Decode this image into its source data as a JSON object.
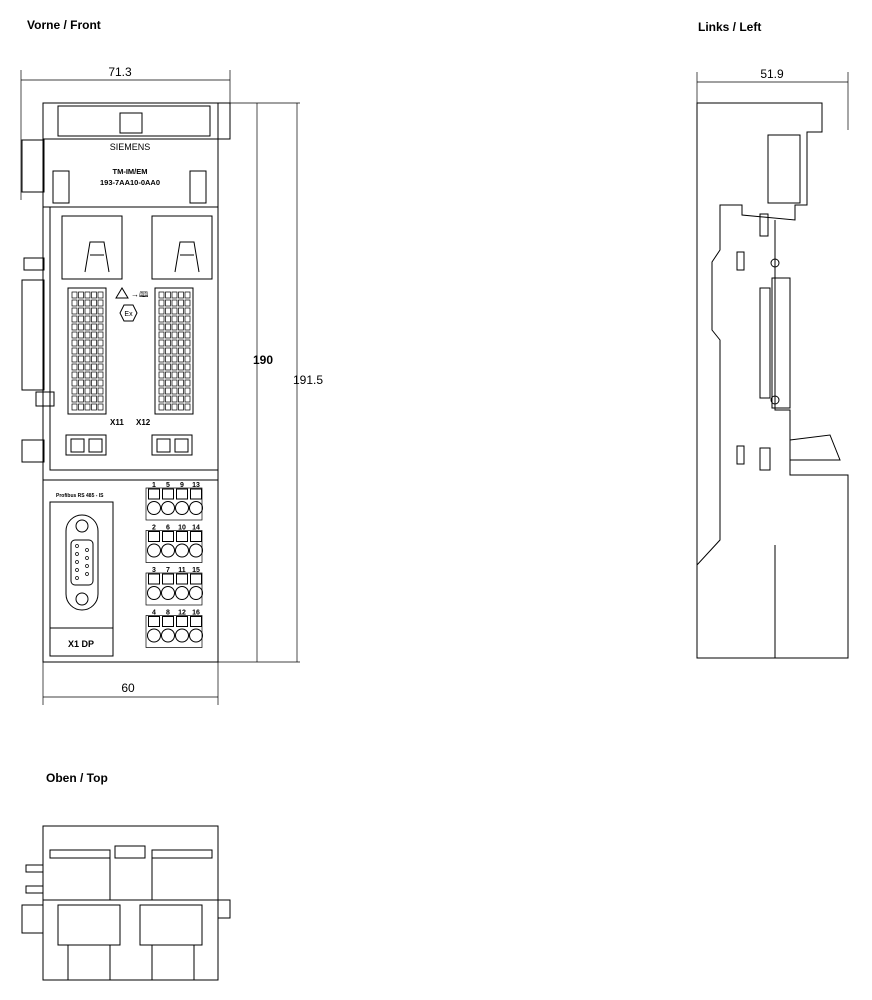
{
  "views": {
    "front": {
      "title": "Vorne / Front"
    },
    "left": {
      "title": "Links / Left"
    },
    "top": {
      "title": "Oben / Top"
    }
  },
  "dimensions": {
    "front_width_top": "71.3",
    "front_height_inner": "190",
    "front_height_outer": "191.5",
    "front_width_bottom": "60",
    "left_depth": "51.9"
  },
  "module": {
    "brand": "SIEMENS",
    "type": "TM-IM/EM",
    "order_number": "193-7AA10-0AA0",
    "connector_x11": "X11",
    "connector_x12": "X12",
    "bus_label": "Profibus RS 485 - IS",
    "port_label": "X1 DP",
    "terminal_rows": [
      [
        "1",
        "5",
        "9",
        "13"
      ],
      [
        "2",
        "6",
        "10",
        "14"
      ],
      [
        "3",
        "7",
        "11",
        "15"
      ],
      [
        "4",
        "8",
        "12",
        "16"
      ]
    ],
    "ex_mark": "Ex"
  }
}
